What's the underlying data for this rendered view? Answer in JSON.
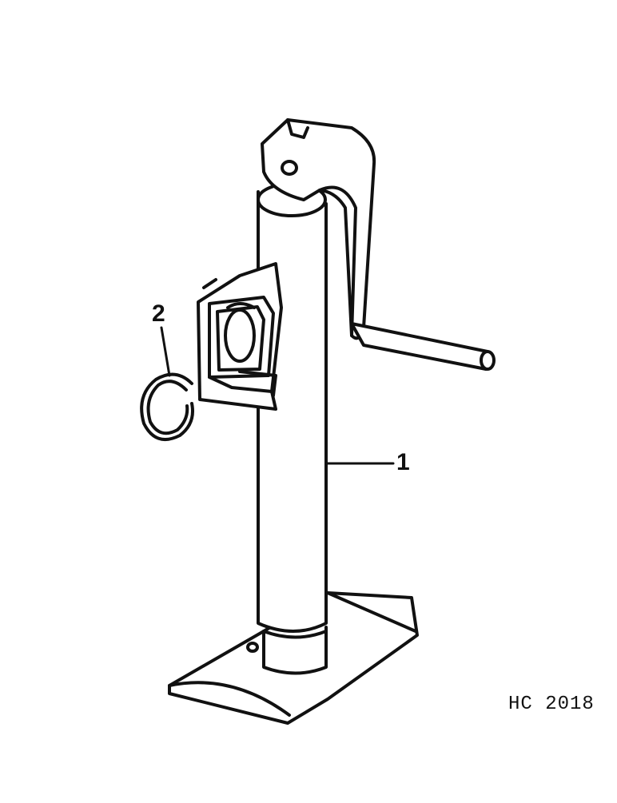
{
  "figure": {
    "code": "HC 2018",
    "callouts": [
      {
        "id": "jack-stand",
        "number": "1"
      },
      {
        "id": "snap-ring",
        "number": "2"
      }
    ]
  }
}
